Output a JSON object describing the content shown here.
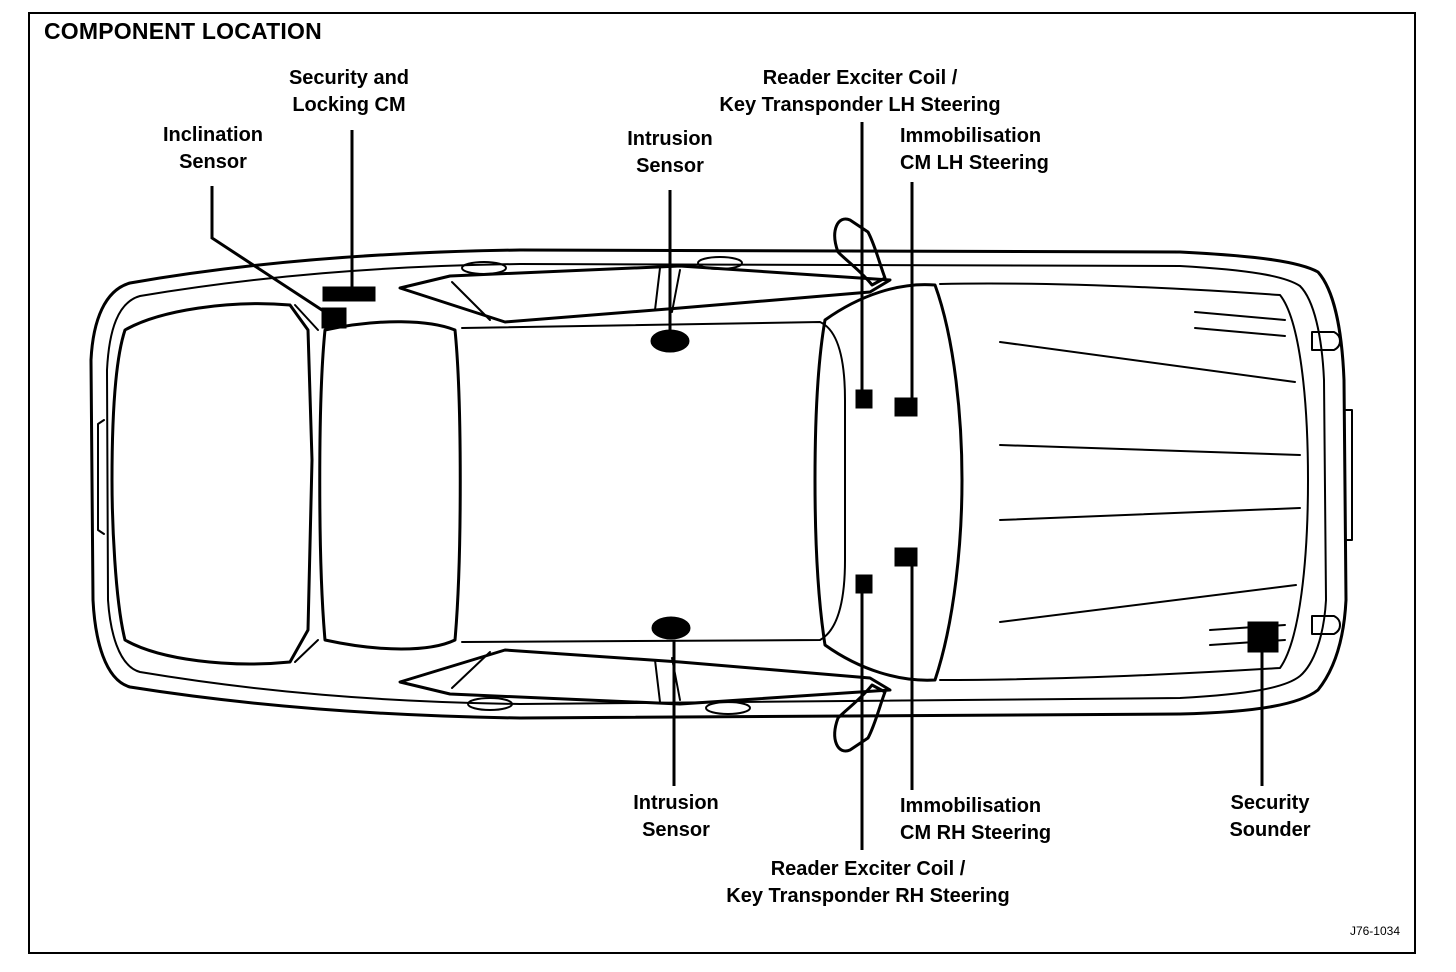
{
  "title": "COMPONENT LOCATION",
  "figure_ref": "J76-1034",
  "labels": {
    "inclination_sensor": [
      "Inclination",
      "Sensor"
    ],
    "security_locking_cm": [
      "Security and",
      "Locking CM"
    ],
    "intrusion_sensor_top": [
      "Intrusion",
      "Sensor"
    ],
    "reader_exciter_lh": [
      "Reader Exciter Coil /",
      "Key Transponder LH Steering"
    ],
    "immobilisation_lh": [
      "Immobilisation",
      "CM LH Steering"
    ],
    "intrusion_sensor_bottom": [
      "Intrusion",
      "Sensor"
    ],
    "immobilisation_rh": [
      "Immobilisation",
      "CM RH Steering"
    ],
    "reader_exciter_rh": [
      "Reader Exciter Coil /",
      "Key Transponder RH Steering"
    ],
    "security_sounder": [
      "Security",
      "Sounder"
    ]
  }
}
